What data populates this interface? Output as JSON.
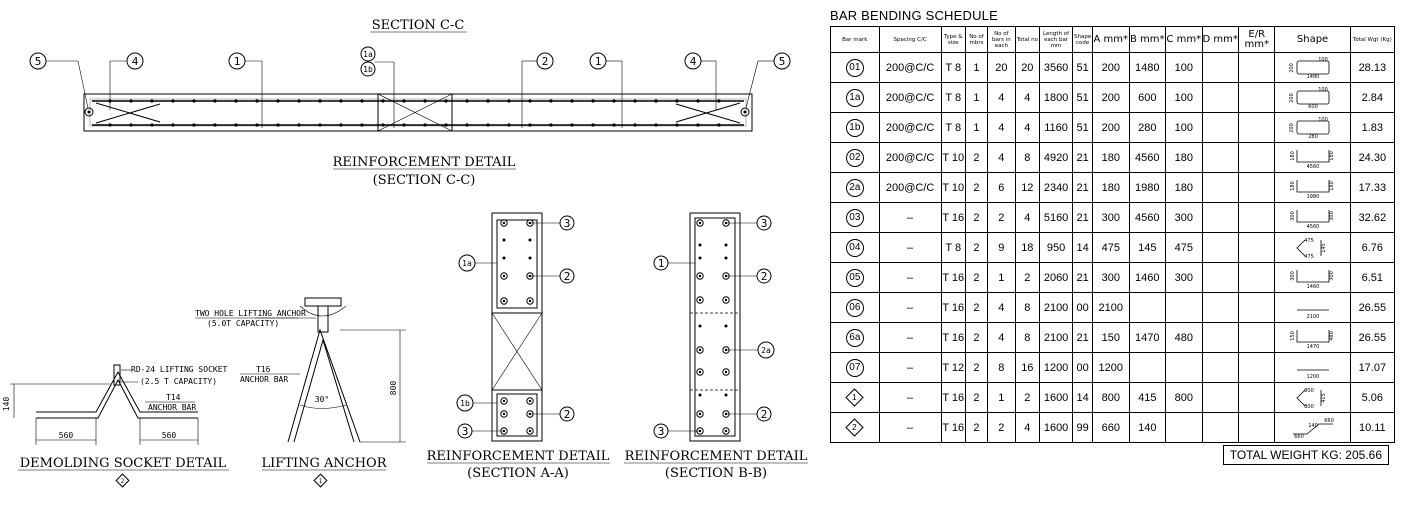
{
  "drawing": {
    "section_cc_title": "SECTION C-C",
    "rebar_detail_cc_title": "REINFORCEMENT DETAIL",
    "rebar_detail_cc_sub": "(SECTION C-C)",
    "cc_markers": [
      "5",
      "4",
      "1",
      "1a",
      "1b",
      "2",
      "1",
      "4",
      "5"
    ],
    "demolding": {
      "title": "DEMOLDING SOCKET DETAIL",
      "mark": "2",
      "socket_label": "RD-24 LIFTING SOCKET",
      "socket_capacity": "(2.5 T CAPACITY)",
      "bar_label": "T14",
      "bar_sub": "ANCHOR BAR",
      "dim_height": "140",
      "dim_left": "560",
      "dim_right": "560"
    },
    "lifting": {
      "title": "LIFTING ANCHOR",
      "mark": "1",
      "anchor_label": "TWO HOLE LIFTING ANCHOR",
      "anchor_capacity": "(5.0T CAPACITY)",
      "bar_label": "T16",
      "bar_sub": "ANCHOR BAR",
      "angle": "30°",
      "dim_height": "800"
    },
    "section_aa": {
      "title": "REINFORCEMENT DETAIL",
      "sub": "(SECTION A-A)",
      "marks": [
        "1a",
        "3",
        "2",
        "1b",
        "2",
        "3"
      ]
    },
    "section_bb": {
      "title": "REINFORCEMENT DETAIL",
      "sub": "(SECTION B-B)",
      "marks": [
        "1",
        "3",
        "2",
        "2a",
        "3",
        "2"
      ]
    }
  },
  "schedule": {
    "title": "BAR BENDING SCHEDULE",
    "headers": [
      "Bar mark",
      "Spacing C/C",
      "Type & size",
      "No of mbrs",
      "No of bars in each",
      "Total no",
      "Length of each bar mm",
      "Shape code",
      "A mm*",
      "B mm*",
      "C mm*",
      "D mm*",
      "E/R mm*",
      "Shape",
      "Total Wgt (Kg)"
    ],
    "rows": [
      {
        "mark": "01",
        "mark_type": "circle",
        "spacing": "200@C/C",
        "size": "T 8",
        "mbrs": "1",
        "each": "20",
        "total": "20",
        "length": "3560",
        "code": "51",
        "A": "200",
        "B": "1480",
        "C": "100",
        "D": "",
        "E": "",
        "shape_type": "closed",
        "shape_labels": [
          "100",
          "200",
          "1480"
        ],
        "wgt": "28.13"
      },
      {
        "mark": "1a",
        "mark_type": "circle",
        "spacing": "200@C/C",
        "size": "T 8",
        "mbrs": "1",
        "each": "4",
        "total": "4",
        "length": "1800",
        "code": "51",
        "A": "200",
        "B": "600",
        "C": "100",
        "D": "",
        "E": "",
        "shape_type": "closed",
        "shape_labels": [
          "100",
          "200",
          "600"
        ],
        "wgt": "2.84"
      },
      {
        "mark": "1b",
        "mark_type": "circle",
        "spacing": "200@C/C",
        "size": "T 8",
        "mbrs": "1",
        "each": "4",
        "total": "4",
        "length": "1160",
        "code": "51",
        "A": "200",
        "B": "280",
        "C": "100",
        "D": "",
        "E": "",
        "shape_type": "closed",
        "shape_labels": [
          "100",
          "200",
          "280"
        ],
        "wgt": "1.83"
      },
      {
        "mark": "02",
        "mark_type": "circle",
        "spacing": "200@C/C",
        "size": "T 10",
        "mbrs": "2",
        "each": "4",
        "total": "8",
        "length": "4920",
        "code": "21",
        "A": "180",
        "B": "4560",
        "C": "180",
        "D": "",
        "E": "",
        "shape_type": "u",
        "shape_labels": [
          "180",
          "4560",
          "180"
        ],
        "wgt": "24.30"
      },
      {
        "mark": "2a",
        "mark_type": "circle",
        "spacing": "200@C/C",
        "size": "T 10",
        "mbrs": "2",
        "each": "6",
        "total": "12",
        "length": "2340",
        "code": "21",
        "A": "180",
        "B": "1980",
        "C": "180",
        "D": "",
        "E": "",
        "shape_type": "u",
        "shape_labels": [
          "180",
          "1980",
          "180"
        ],
        "wgt": "17.33"
      },
      {
        "mark": "03",
        "mark_type": "circle",
        "spacing": "–",
        "size": "T 16",
        "mbrs": "2",
        "each": "2",
        "total": "4",
        "length": "5160",
        "code": "21",
        "A": "300",
        "B": "4560",
        "C": "300",
        "D": "",
        "E": "",
        "shape_type": "u",
        "shape_labels": [
          "300",
          "4560",
          "300"
        ],
        "wgt": "32.62"
      },
      {
        "mark": "04",
        "mark_type": "circle",
        "spacing": "–",
        "size": "T 8",
        "mbrs": "2",
        "each": "9",
        "total": "18",
        "length": "950",
        "code": "14",
        "A": "475",
        "B": "145",
        "C": "475",
        "D": "",
        "E": "",
        "shape_type": "v",
        "shape_labels": [
          "475",
          "145",
          "475"
        ],
        "wgt": "6.76"
      },
      {
        "mark": "05",
        "mark_type": "circle",
        "spacing": "–",
        "size": "T 16",
        "mbrs": "2",
        "each": "1",
        "total": "2",
        "length": "2060",
        "code": "21",
        "A": "300",
        "B": "1460",
        "C": "300",
        "D": "",
        "E": "",
        "shape_type": "u",
        "shape_labels": [
          "300",
          "1460",
          "300"
        ],
        "wgt": "6.51"
      },
      {
        "mark": "06",
        "mark_type": "circle",
        "spacing": "–",
        "size": "T 16",
        "mbrs": "2",
        "each": "4",
        "total": "8",
        "length": "2100",
        "code": "00",
        "A": "2100",
        "B": "",
        "C": "",
        "D": "",
        "E": "",
        "shape_type": "straight",
        "shape_labels": [
          "2100"
        ],
        "wgt": "26.55"
      },
      {
        "mark": "6a",
        "mark_type": "circle",
        "spacing": "–",
        "size": "T 16",
        "mbrs": "2",
        "each": "4",
        "total": "8",
        "length": "2100",
        "code": "21",
        "A": "150",
        "B": "1470",
        "C": "480",
        "D": "",
        "E": "",
        "shape_type": "u",
        "shape_labels": [
          "150",
          "1470",
          "480"
        ],
        "wgt": "26.55"
      },
      {
        "mark": "07",
        "mark_type": "circle",
        "spacing": "–",
        "size": "T 12",
        "mbrs": "2",
        "each": "8",
        "total": "16",
        "length": "1200",
        "code": "00",
        "A": "1200",
        "B": "",
        "C": "",
        "D": "",
        "E": "",
        "shape_type": "straight",
        "shape_labels": [
          "1200"
        ],
        "wgt": "17.07"
      },
      {
        "mark": "1",
        "mark_type": "diamond",
        "spacing": "–",
        "size": "T 16",
        "mbrs": "2",
        "each": "1",
        "total": "2",
        "length": "1600",
        "code": "14",
        "A": "800",
        "B": "415",
        "C": "800",
        "D": "",
        "E": "",
        "shape_type": "v",
        "shape_labels": [
          "800",
          "415",
          "800"
        ],
        "wgt": "5.06"
      },
      {
        "mark": "2",
        "mark_type": "diamond",
        "spacing": "–",
        "size": "T 16",
        "mbrs": "2",
        "each": "2",
        "total": "4",
        "length": "1600",
        "code": "99",
        "A": "660",
        "B": "140",
        "C": "",
        "D": "",
        "E": "",
        "shape_type": "z",
        "shape_labels": [
          "660",
          "140",
          "660"
        ],
        "wgt": "10.11"
      }
    ],
    "total_label": "TOTAL WEIGHT KG:",
    "total_value": "205.66"
  }
}
